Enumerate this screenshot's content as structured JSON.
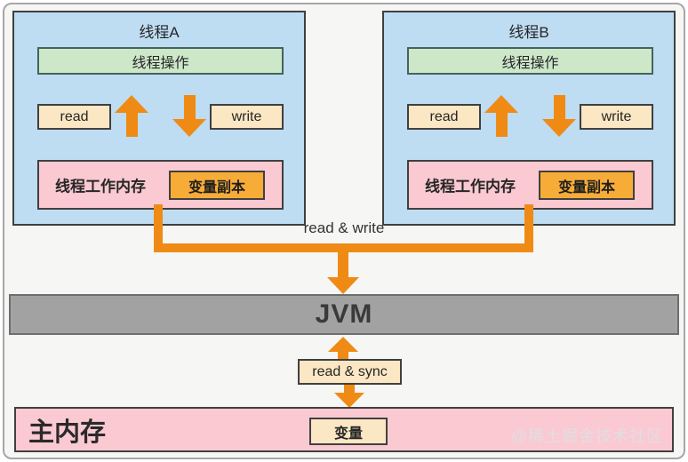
{
  "threads": {
    "a": {
      "title": "线程A",
      "operation_label": "线程操作",
      "read_label": "read",
      "write_label": "write",
      "working_memory_label": "线程工作内存",
      "variable_copy_label": "变量副本"
    },
    "b": {
      "title": "线程B",
      "operation_label": "线程操作",
      "read_label": "read",
      "write_label": "write",
      "working_memory_label": "线程工作内存",
      "variable_copy_label": "变量副本"
    }
  },
  "connector": {
    "read_write_label": "read & write"
  },
  "jvm": {
    "label": "JVM"
  },
  "sync_box": {
    "label": "read & sync"
  },
  "main_memory": {
    "title": "主内存",
    "variable_label": "变量"
  },
  "watermark": {
    "text": "@稀土掘金技术社区"
  },
  "colors": {
    "thread_blue": "#bedcf2",
    "green_fill": "#cde7c9",
    "cream_fill": "#fbe7c3",
    "pink_fill": "#fbc9d2",
    "orange_fill": "#f7ac38",
    "arrow_orange": "#ef8b15",
    "jvm_gray": "#a2a2a2",
    "frame_bg": "#f6f6f4"
  }
}
